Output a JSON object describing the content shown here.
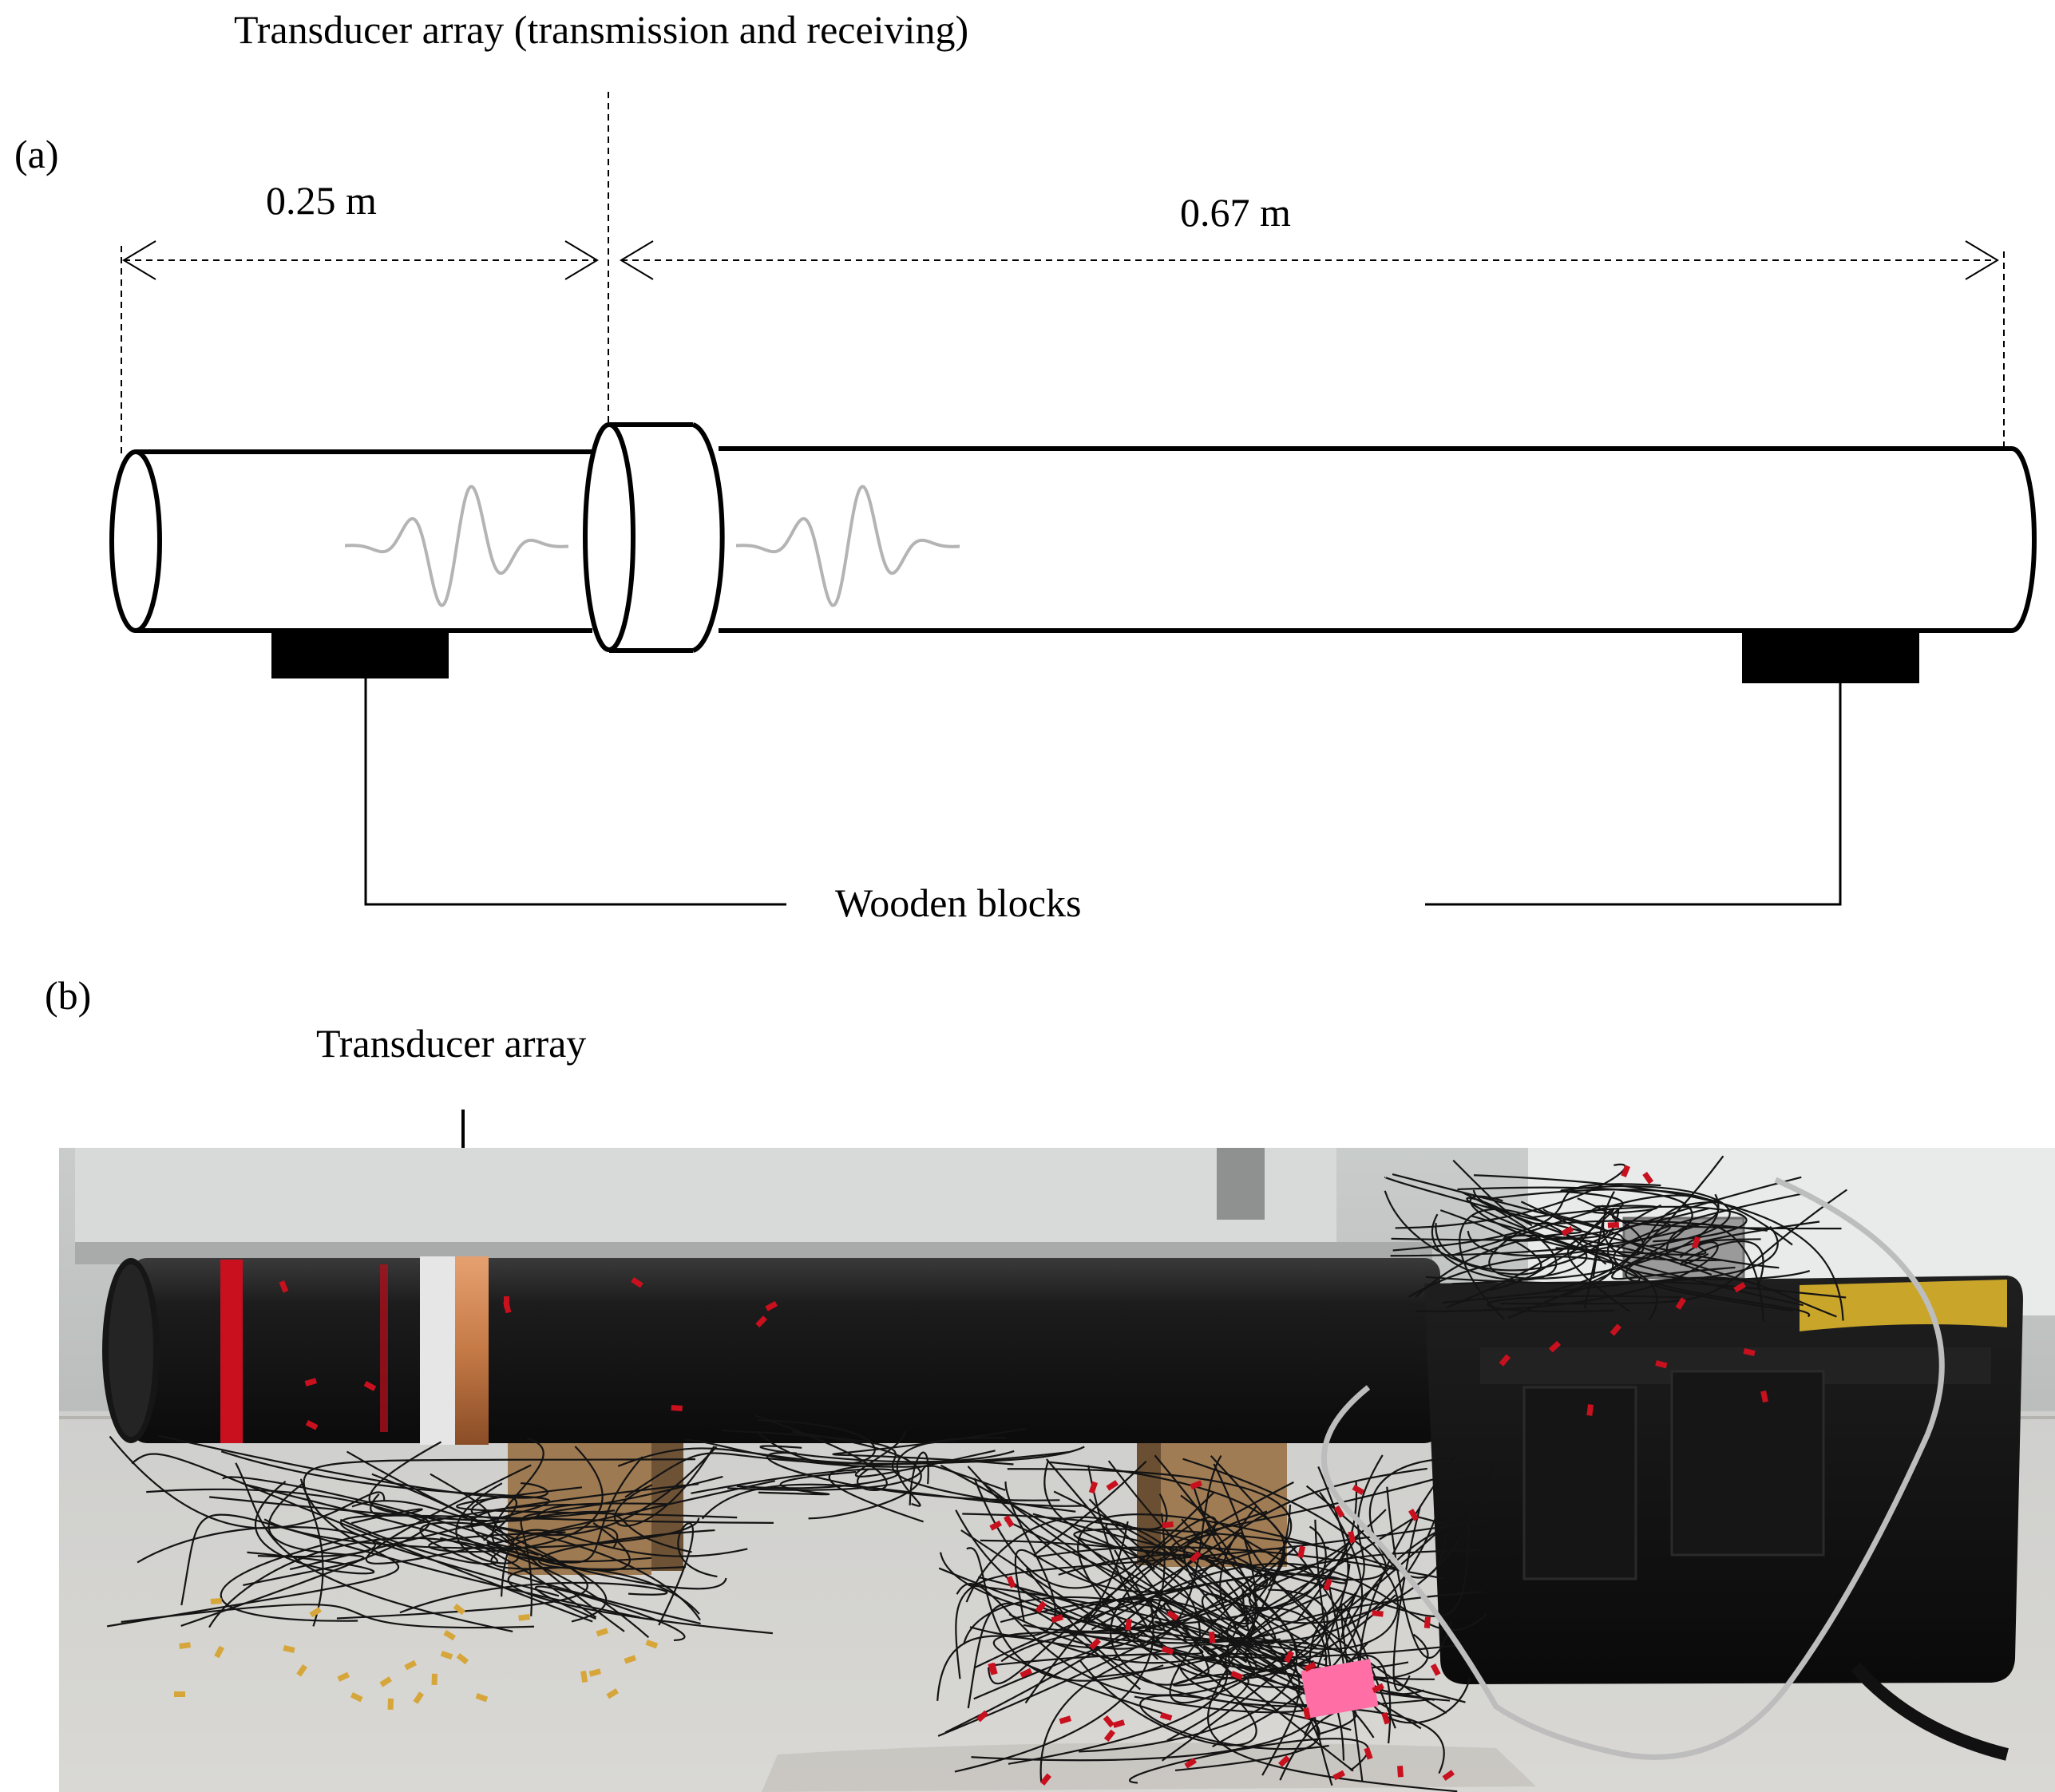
{
  "panel_a": {
    "label": "(a)",
    "top_caption": "Transducer array (transmission and receiving)",
    "dim_left": "0.25 m",
    "dim_right": "0.67 m",
    "bottom_caption": "Wooden blocks"
  },
  "panel_b": {
    "label": "(b)",
    "arrow_caption": "Transducer array"
  },
  "colors": {
    "signal": "#b4b4b4",
    "pipe_photo": "#151515",
    "red_tape": "#c8101e",
    "copper_band": "#c57a46",
    "white_band": "#e6e6e6",
    "wood": "#9e7a52",
    "pink_tag": "#ff6fa5"
  }
}
